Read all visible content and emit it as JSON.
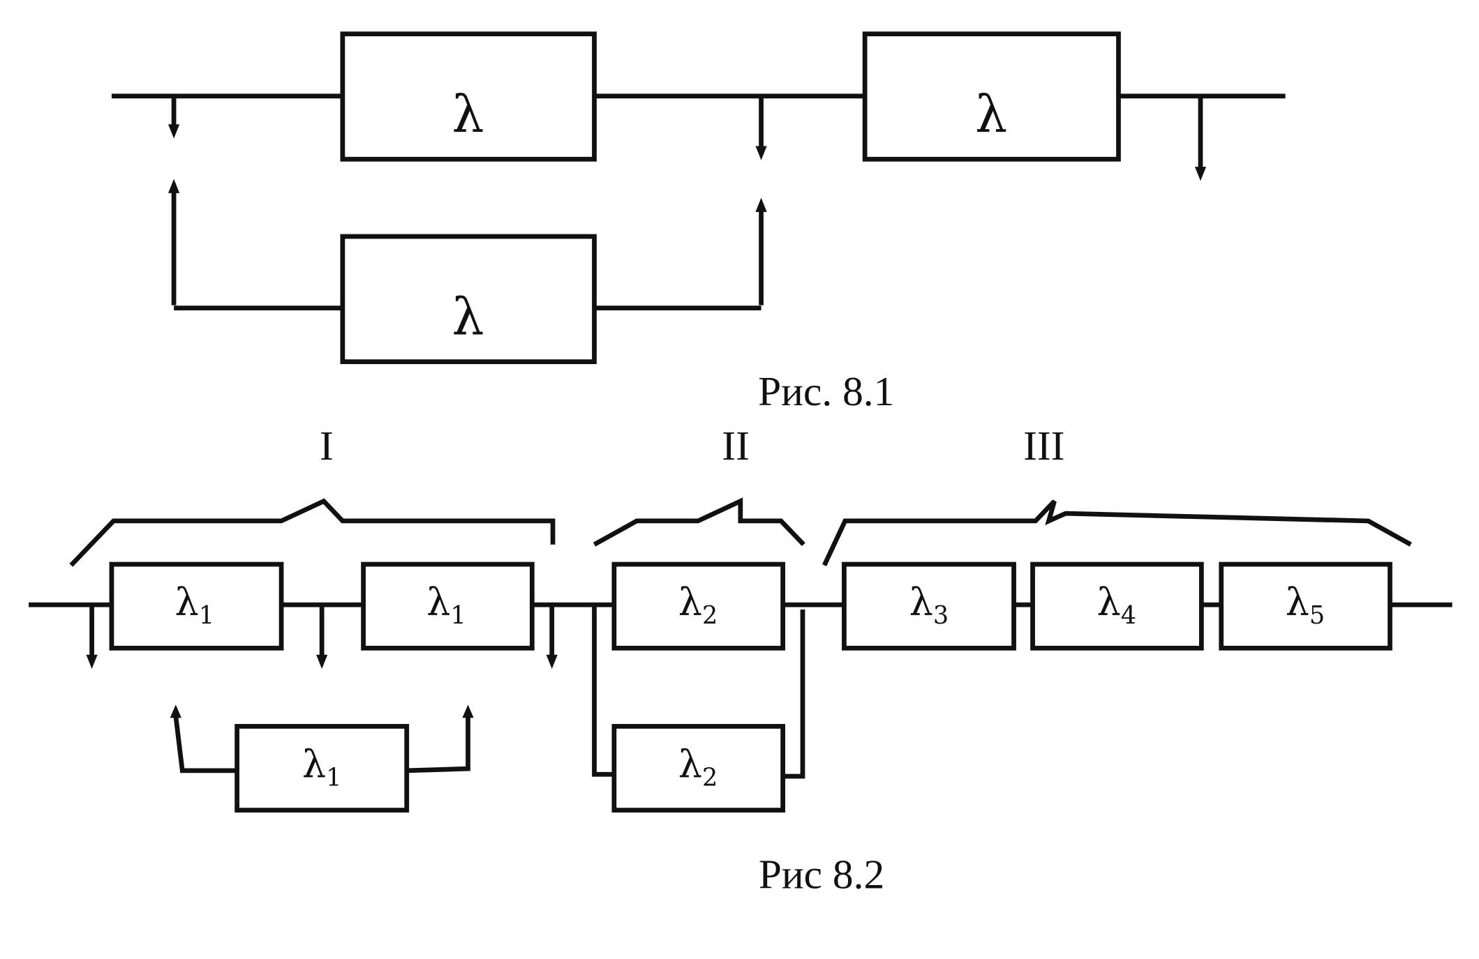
{
  "figure_1": {
    "caption": "Рис. 8.1",
    "blocks": [
      {
        "symbol": "λ",
        "sub": ""
      },
      {
        "symbol": "λ",
        "sub": ""
      },
      {
        "symbol": "λ",
        "sub": ""
      }
    ]
  },
  "figure_2": {
    "caption": "Рис 8.2",
    "groups": [
      {
        "label": "I"
      },
      {
        "label": "II"
      },
      {
        "label": "III"
      }
    ],
    "blocks": [
      {
        "symbol": "λ",
        "sub": "1"
      },
      {
        "symbol": "λ",
        "sub": "1"
      },
      {
        "symbol": "λ",
        "sub": "1"
      },
      {
        "symbol": "λ",
        "sub": "2"
      },
      {
        "symbol": "λ",
        "sub": "2"
      },
      {
        "symbol": "λ",
        "sub": "3"
      },
      {
        "symbol": "λ",
        "sub": "4"
      },
      {
        "symbol": "λ",
        "sub": "5"
      }
    ]
  },
  "colors": {
    "ink": "#111111",
    "background": "#ffffff"
  }
}
